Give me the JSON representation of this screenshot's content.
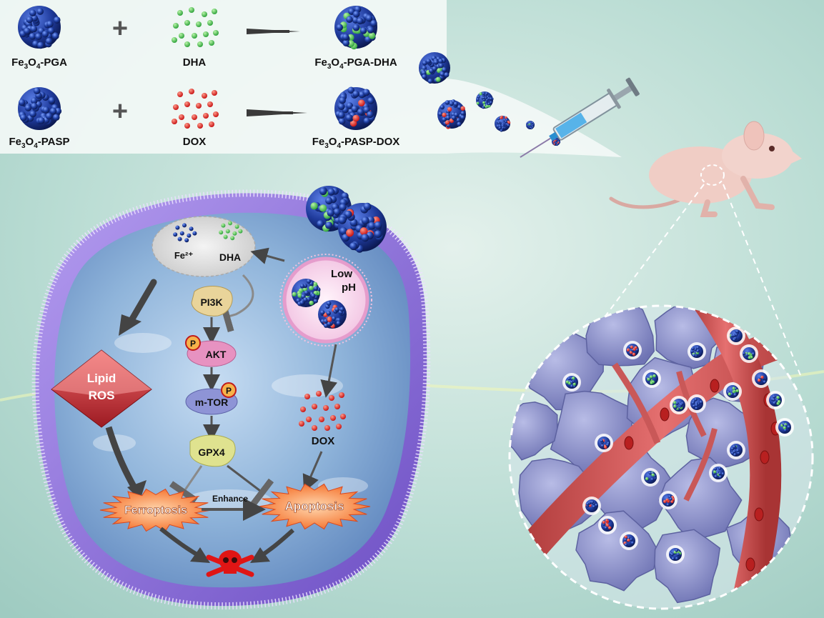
{
  "synthesis": {
    "row1": {
      "carrier": "Fe3O4-PGA",
      "plus": "+",
      "drug": "DHA",
      "product": "Fe3O4-PGA-DHA"
    },
    "row2": {
      "carrier": "Fe3O4-PASP",
      "plus": "+",
      "drug": "DOX",
      "product": "Fe3O4-PASP-DOX"
    }
  },
  "cell": {
    "vesicle": {
      "iron": "Fe²⁺",
      "drug": "DHA"
    },
    "endosome": {
      "line1": "Low",
      "line2": "pH"
    },
    "pathway": {
      "pi3k": "PI3K",
      "akt": "AKT",
      "mtor": "m-TOR",
      "gpx4": "GPX4",
      "phospho": "P"
    },
    "lipid_ros": {
      "line1": "Lipid",
      "line2": "ROS"
    },
    "dox_label": "DOX",
    "ferroptosis": "Ferroptosis",
    "apoptosis": "Apoptosis",
    "enhance": "Enhance"
  },
  "colors": {
    "background": "#cfe6df",
    "carrier_blue": "#1f3fa3",
    "dha_green": "#39b54a",
    "dox_red": "#e02020",
    "membrane": "#8c6fd6",
    "burst": "#f26b2e",
    "ros": "#c8262e",
    "vessel": "#c94848",
    "tumor": "#8a8fc8"
  },
  "icons": [
    "syringe-icon",
    "mouse-icon",
    "skull-icon",
    "nanoparticle-icon"
  ]
}
